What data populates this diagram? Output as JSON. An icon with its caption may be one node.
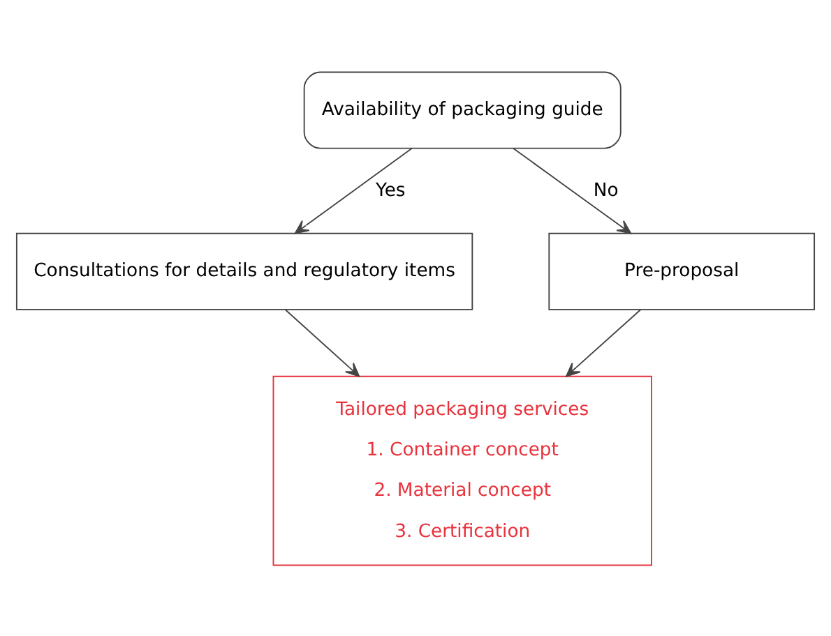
{
  "diagram": {
    "nodes": [
      {
        "text": [
          "Availability of packaging guide"
        ]
      },
      {
        "text": [
          "Consultations for details and regulatory items"
        ]
      },
      {
        "text": [
          "Pre-proposal"
        ]
      },
      {
        "text": [
          "Tailored packaging services",
          "1. Container concept",
          "2. Material concept",
          "3. Certification"
        ]
      }
    ],
    "edges": [
      {
        "from": 0,
        "to": 1,
        "arrow": "to",
        "label": "Yes"
      },
      {
        "from": 0,
        "to": 2,
        "arrow": "to",
        "label": "No"
      },
      {
        "from": 1,
        "to": 3,
        "arrow": "to"
      },
      {
        "from": 2,
        "to": 3,
        "arrow": "to"
      }
    ]
  }
}
